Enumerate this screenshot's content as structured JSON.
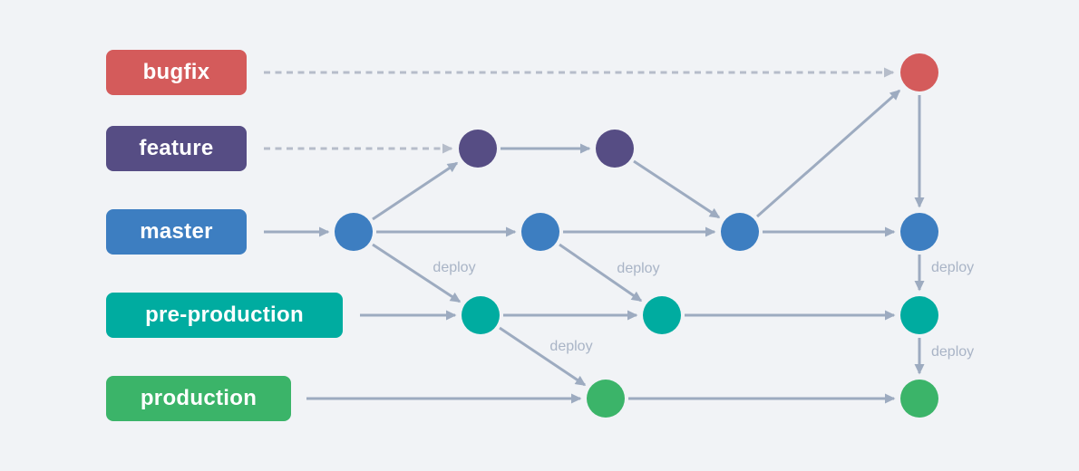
{
  "colors": {
    "bg": "#f1f3f6",
    "arrow": "#9dabc0",
    "dash": "#b6bdca",
    "deploy": "#a9b4c6",
    "label_text": "#ffffff",
    "bugfix": "#d45b5b",
    "feature": "#564d84",
    "master": "#3d7ec1",
    "preprod": "#00aca0",
    "production": "#3bb469"
  },
  "diagram": {
    "type": "git-branching-flow",
    "deploy_label": "deploy",
    "branches": [
      {
        "id": "bugfix",
        "label": "bugfix",
        "color": "#d45b5b",
        "commit_count": 1,
        "incoming_line_style": "dashed"
      },
      {
        "id": "feature",
        "label": "feature",
        "color": "#564d84",
        "commit_count": 2,
        "incoming_line_style": "dashed"
      },
      {
        "id": "master",
        "label": "master",
        "color": "#3d7ec1",
        "commit_count": 4,
        "incoming_line_style": "solid"
      },
      {
        "id": "pre-production",
        "label": "pre-production",
        "color": "#00aca0",
        "commit_count": 3,
        "incoming_line_style": "solid"
      },
      {
        "id": "production",
        "label": "production",
        "color": "#3bb469",
        "commit_count": 2,
        "incoming_line_style": "solid"
      }
    ],
    "edges": [
      {
        "from": "bugfix-label",
        "to": "bugfix-1",
        "style": "dashed"
      },
      {
        "from": "feature-label",
        "to": "feature-1",
        "style": "dashed"
      },
      {
        "from": "master-label",
        "to": "master-1",
        "style": "solid"
      },
      {
        "from": "pre-production-label",
        "to": "pre-production-1",
        "style": "solid"
      },
      {
        "from": "production-label",
        "to": "production-1",
        "style": "solid"
      },
      {
        "from": "master-1",
        "to": "feature-1",
        "style": "solid"
      },
      {
        "from": "feature-1",
        "to": "feature-2",
        "style": "solid"
      },
      {
        "from": "feature-2",
        "to": "master-3",
        "style": "solid"
      },
      {
        "from": "master-1",
        "to": "master-2",
        "style": "solid"
      },
      {
        "from": "master-2",
        "to": "master-3",
        "style": "solid"
      },
      {
        "from": "master-3",
        "to": "master-4",
        "style": "solid"
      },
      {
        "from": "master-3",
        "to": "bugfix-1",
        "style": "solid"
      },
      {
        "from": "bugfix-1",
        "to": "master-4",
        "style": "solid"
      },
      {
        "from": "master-1",
        "to": "pre-production-1",
        "style": "solid",
        "label": "deploy"
      },
      {
        "from": "master-2",
        "to": "pre-production-2",
        "style": "solid",
        "label": "deploy"
      },
      {
        "from": "master-4",
        "to": "pre-production-3",
        "style": "solid",
        "label": "deploy"
      },
      {
        "from": "pre-production-1",
        "to": "pre-production-2",
        "style": "solid"
      },
      {
        "from": "pre-production-2",
        "to": "pre-production-3",
        "style": "solid"
      },
      {
        "from": "pre-production-1",
        "to": "production-1",
        "style": "solid",
        "label": "deploy"
      },
      {
        "from": "pre-production-3",
        "to": "production-2",
        "style": "solid",
        "label": "deploy"
      },
      {
        "from": "production-1",
        "to": "production-2",
        "style": "solid"
      }
    ]
  }
}
